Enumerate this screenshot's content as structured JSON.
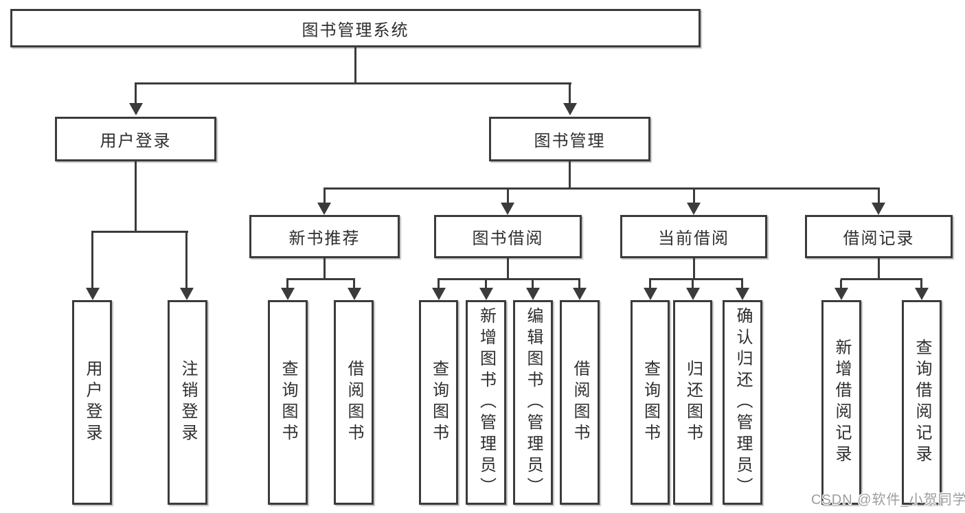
{
  "colors": {
    "line": "#3b3b3b",
    "text": "#2e2e2e",
    "background": "#ffffff",
    "watermark": "#9e9e9e"
  },
  "watermark": {
    "text": "CSDN @软件_小贺同学"
  },
  "tree": {
    "root": {
      "label": "图书管理系统"
    },
    "branches": [
      {
        "label": "用户登录",
        "children": [
          {
            "label": "用户登录"
          },
          {
            "label": "注销登录"
          }
        ]
      },
      {
        "label": "图书管理",
        "children": [
          {
            "label": "新书推荐",
            "children": [
              {
                "label": "查询图书"
              },
              {
                "label": "借阅图书"
              }
            ]
          },
          {
            "label": "图书借阅",
            "children": [
              {
                "label": "查询图书"
              },
              {
                "label": "新增图书（管理员）"
              },
              {
                "label": "编辑图书（管理员）"
              },
              {
                "label": "借阅图书"
              }
            ]
          },
          {
            "label": "当前借阅",
            "children": [
              {
                "label": "查询图书"
              },
              {
                "label": "归还图书"
              },
              {
                "label": "确认归还（管理员）"
              }
            ]
          },
          {
            "label": "借阅记录",
            "children": [
              {
                "label": "新增借阅记录"
              },
              {
                "label": "查询借阅记录"
              }
            ]
          }
        ]
      }
    ]
  }
}
